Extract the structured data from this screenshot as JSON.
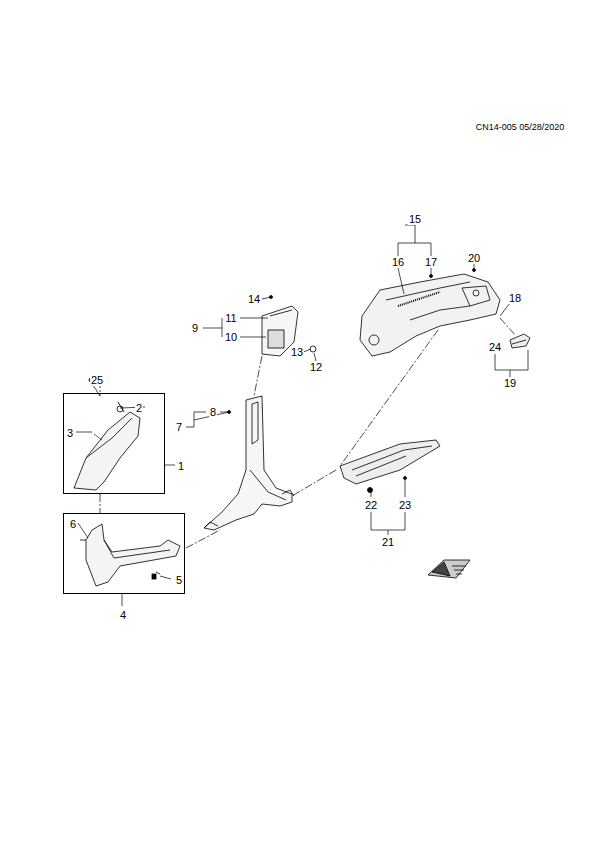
{
  "diagram": {
    "nodes": [
      {
        "text": [
          "1",
          "2",
          "3"
        ]
      },
      {
        "text": [
          "4",
          "5",
          "6"
        ]
      }
    ],
    "edges": [
      {
        "from": 0,
        "to": 1,
        "arrow": "none"
      }
    ],
    "labels": [
      "CN14-005 05/28/2020",
      "15",
      "16",
      "17",
      "20",
      "18",
      "24",
      "19",
      "14",
      "11",
      "9",
      "10",
      "13",
      "12",
      "25",
      "8",
      "7",
      "22",
      "23",
      "21"
    ]
  }
}
